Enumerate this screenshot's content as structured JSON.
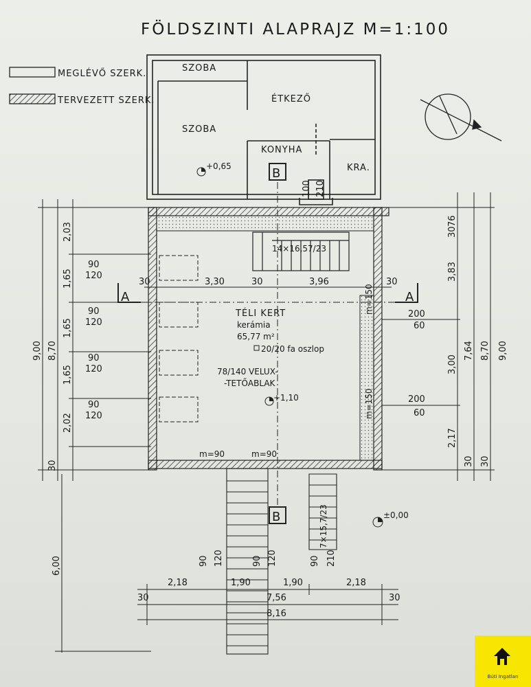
{
  "title": "FÖLDSZINTI   ALAPRAJZ   M=1:100",
  "legend": [
    {
      "label": "MEGLÉVŐ SZERK."
    },
    {
      "label": "TERVEZETT SZERK."
    }
  ],
  "rooms": {
    "szoba_top": "SZOBA",
    "szoba": "SZOBA",
    "etkezo": "ÉTKEZŐ",
    "konyha": "KONYHA",
    "kra": "KRA.",
    "teli_kert": "TÉLI KERT",
    "keramia": "kerámia",
    "area": "65,77 m²",
    "column": "20/20 fa oszlop",
    "velux": "78/140 VELUX-",
    "tetoablak": "-TETŐABLAK",
    "stair_note": "14×16,57/23",
    "stair_note_bottom": "7×15,7/23"
  },
  "levels": {
    "szoba": "+0,65",
    "main": "+1,10",
    "ground": "±0,00"
  },
  "sections": {
    "a": "A",
    "b": "B"
  },
  "windows": {
    "w1": "m=90",
    "w2": "m=150",
    "w3": "m=150"
  },
  "dims": {
    "left_outer": "9,00",
    "left_inner": "8,70",
    "left_seg1": "2,03",
    "left_seg2": "1,65",
    "left_seg3": "1,65",
    "left_seg4": "1,65",
    "left_seg5": "2,02",
    "left_30": "30",
    "left_600": "6,00",
    "win_w": "90",
    "win_h": "120",
    "top_a": "30",
    "top_b": "3,30",
    "top_c": "30",
    "top_d": "3,96",
    "top_e": "30",
    "right_a": "30",
    "right_b": "76",
    "right_c": "3,83",
    "right_d": "3,00",
    "right_e": "2,17",
    "right_f": "7,64",
    "right_g": "8,70",
    "right_h": "9,00",
    "right_30a": "30",
    "right_30b": "30",
    "right_win_w": "200",
    "right_win_h": "60",
    "bot_a": "2,18",
    "bot_b": "1,90",
    "bot_c": "1,90",
    "bot_d": "2,18",
    "bot_total": "7,56",
    "bot_outer": "8,16",
    "bot_30a": "30",
    "bot_30b": "30",
    "door_m90a": "m=90",
    "door_m90b": "m=90",
    "door_90a": "90",
    "door_120a": "120",
    "door_90b": "90",
    "door_120b": "120",
    "door_90c": "90",
    "door_210": "210",
    "kitchen_100": "100",
    "kitchen_210": "210"
  },
  "watermark": "Búti Ingatlan"
}
